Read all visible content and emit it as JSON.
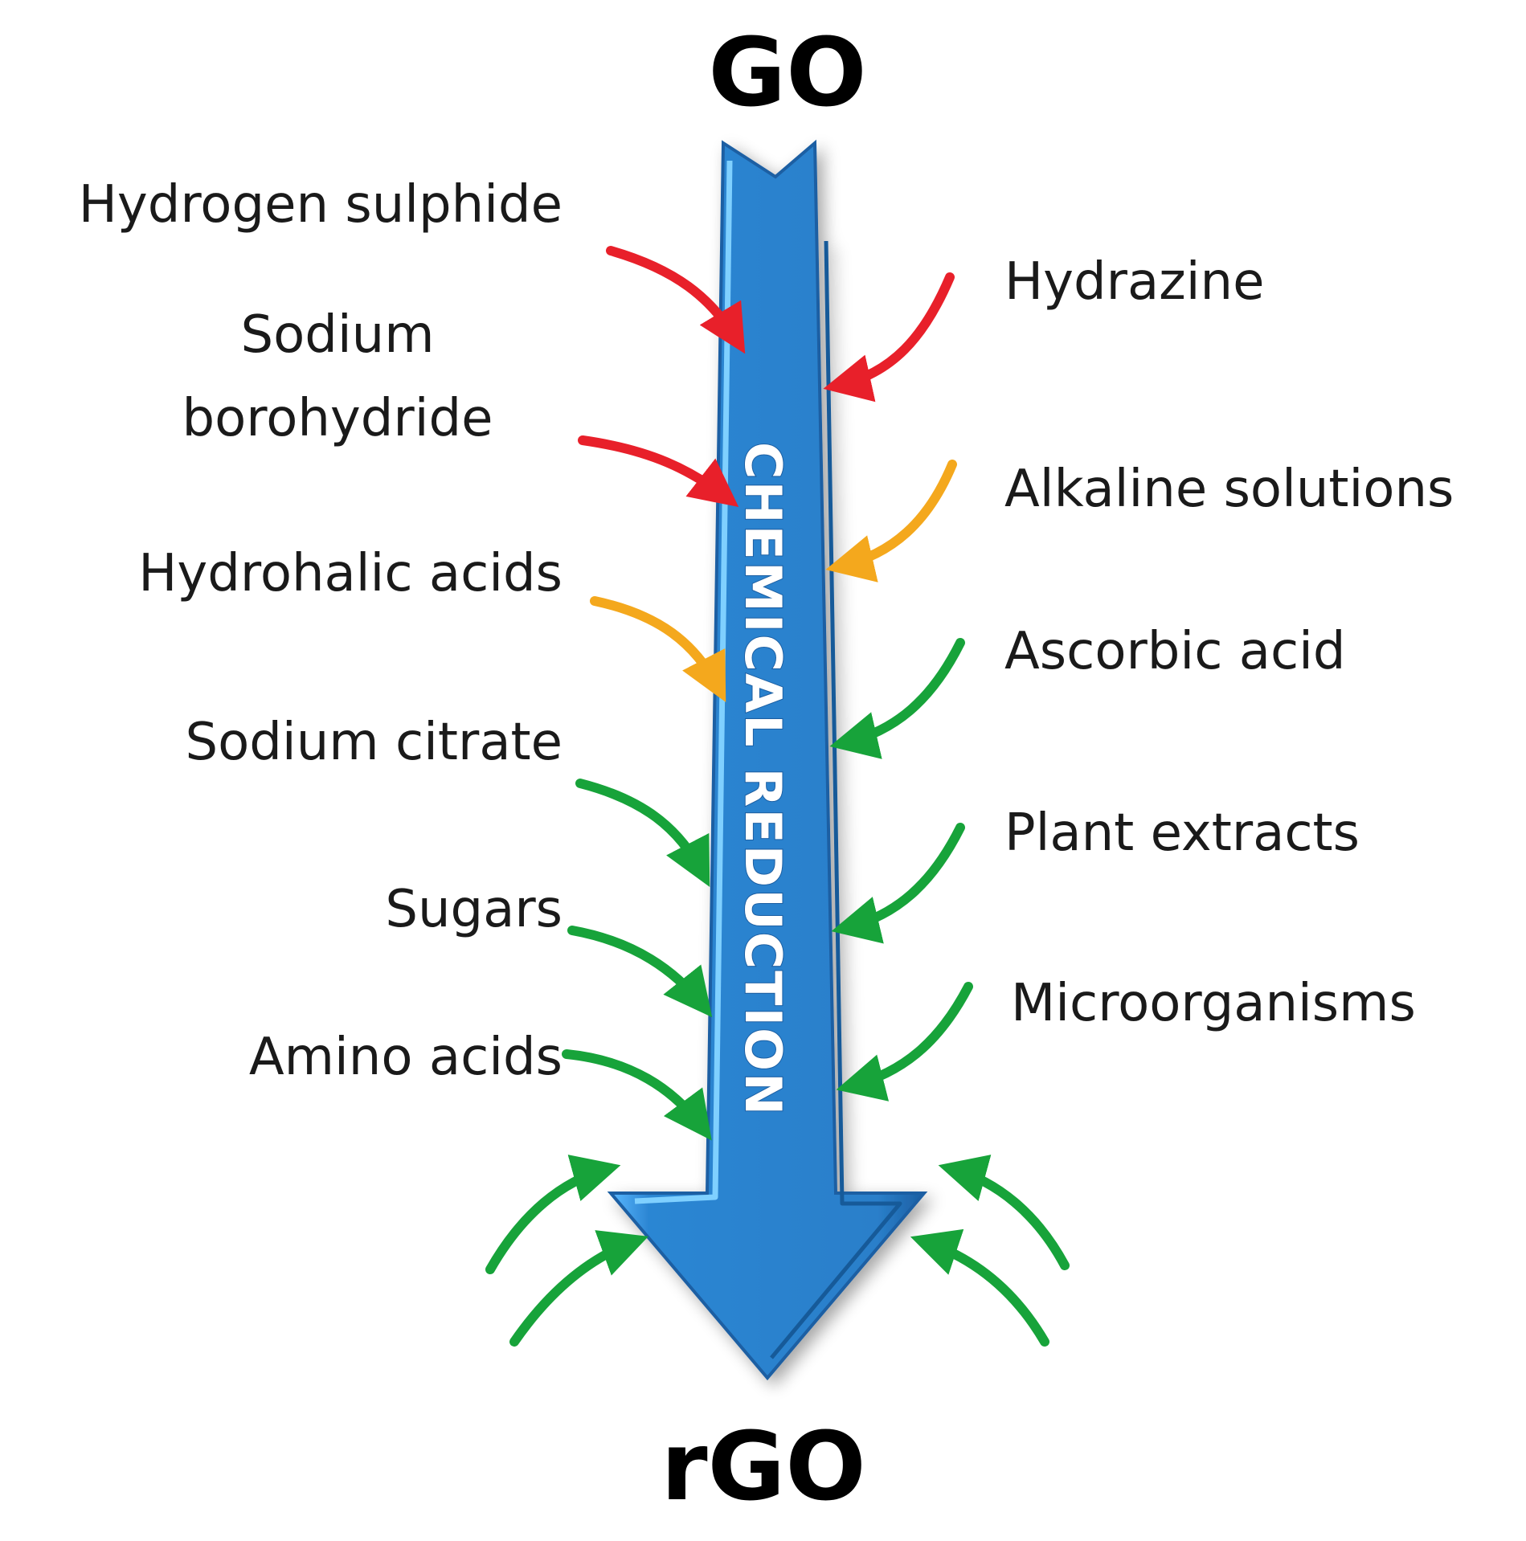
{
  "diagram": {
    "top_node": "GO",
    "bottom_node": "rGO",
    "arrow_label": "CHEMICAL REDUCTION",
    "left_agents": [
      {
        "label": "Hydrogen sulphide",
        "color": "#e8202a"
      },
      {
        "label": "Sodium borohydride",
        "line1": "Sodium",
        "line2": "borohydride",
        "color": "#e8202a"
      },
      {
        "label": "Hydrohalic acids",
        "color": "#f4a81d"
      },
      {
        "label": "Sodium citrate",
        "color": "#17a33a"
      },
      {
        "label": "Sugars",
        "color": "#17a33a"
      },
      {
        "label": "Amino acids",
        "color": "#17a33a"
      }
    ],
    "right_agents": [
      {
        "label": "Hydrazine",
        "color": "#e8202a"
      },
      {
        "label": "Alkaline solutions",
        "color": "#f4a81d"
      },
      {
        "label": "Ascorbic acid",
        "color": "#17a33a"
      },
      {
        "label": "Plant extracts",
        "color": "#17a33a"
      },
      {
        "label": "Microorganisms",
        "color": "#17a33a"
      }
    ],
    "colors": {
      "main_arrow": "#2c86d3",
      "main_arrow_dark": "#1c5fa3",
      "main_arrow_light": "#5ab8ff",
      "harsh": "#e8202a",
      "moderate": "#f4a81d",
      "green": "#17a33a",
      "label_text": "#1a1a1a"
    }
  }
}
